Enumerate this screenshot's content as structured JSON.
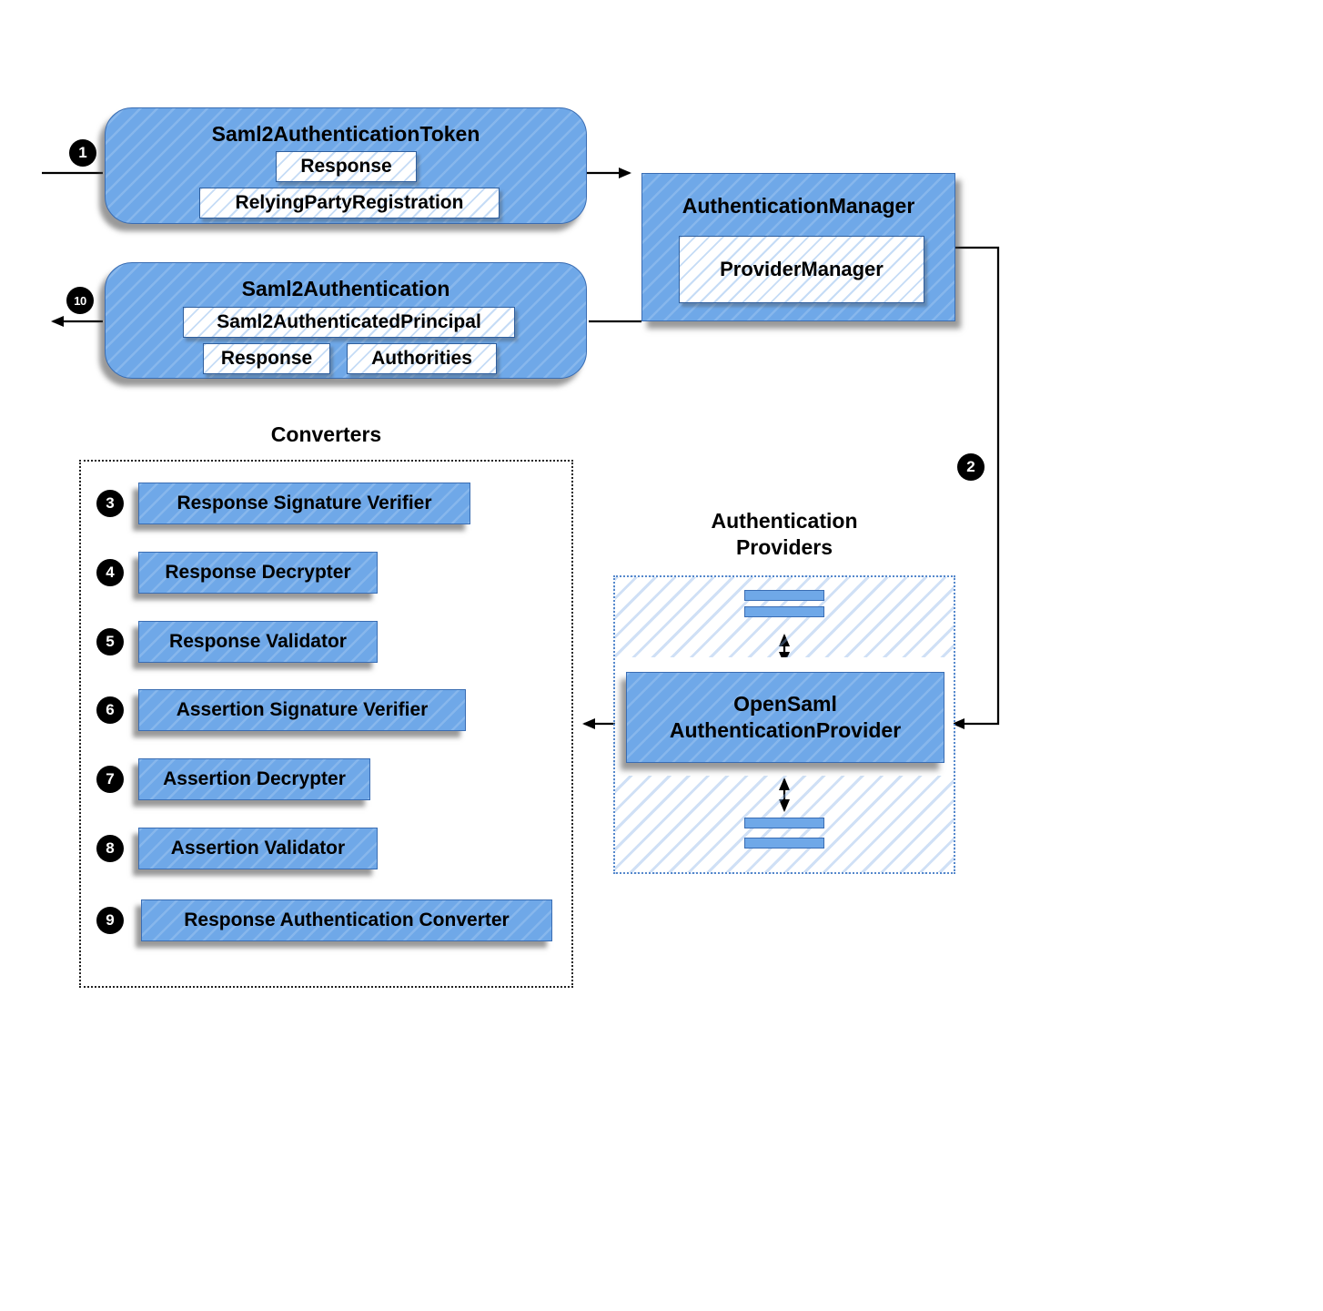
{
  "nodes": {
    "token": {
      "title": "Saml2AuthenticationToken",
      "response_label": "Response",
      "registration_label": "RelyingPartyRegistration"
    },
    "auth_manager": {
      "title": "AuthenticationManager",
      "provider_manager_label": "ProviderManager"
    },
    "saml2_authentication": {
      "title": "Saml2Authentication",
      "principal_label": "Saml2AuthenticatedPrincipal",
      "response_label": "Response",
      "authorities_label": "Authorities"
    },
    "open_saml_provider": {
      "title_line1": "OpenSaml",
      "title_line2": "AuthenticationProvider"
    }
  },
  "converters": {
    "title": "Converters",
    "items": [
      {
        "step": "3",
        "label": "Response Signature Verifier"
      },
      {
        "step": "4",
        "label": "Response Decrypter"
      },
      {
        "step": "5",
        "label": "Response Validator"
      },
      {
        "step": "6",
        "label": "Assertion Signature Verifier"
      },
      {
        "step": "7",
        "label": "Assertion Decrypter"
      },
      {
        "step": "8",
        "label": "Assertion Validator"
      },
      {
        "step": "9",
        "label": "Response Authentication Converter"
      }
    ]
  },
  "auth_providers": {
    "title_line1": "Authentication",
    "title_line2": "Providers"
  },
  "steps": {
    "incoming": "1",
    "to_provider": "2",
    "outgoing": "10"
  },
  "colors": {
    "node_fill": "#6fa8e8",
    "node_border": "#3a6db3",
    "hatch_line": "#9cc3ee",
    "wire": "#000000",
    "providers_border": "#5588cc"
  }
}
